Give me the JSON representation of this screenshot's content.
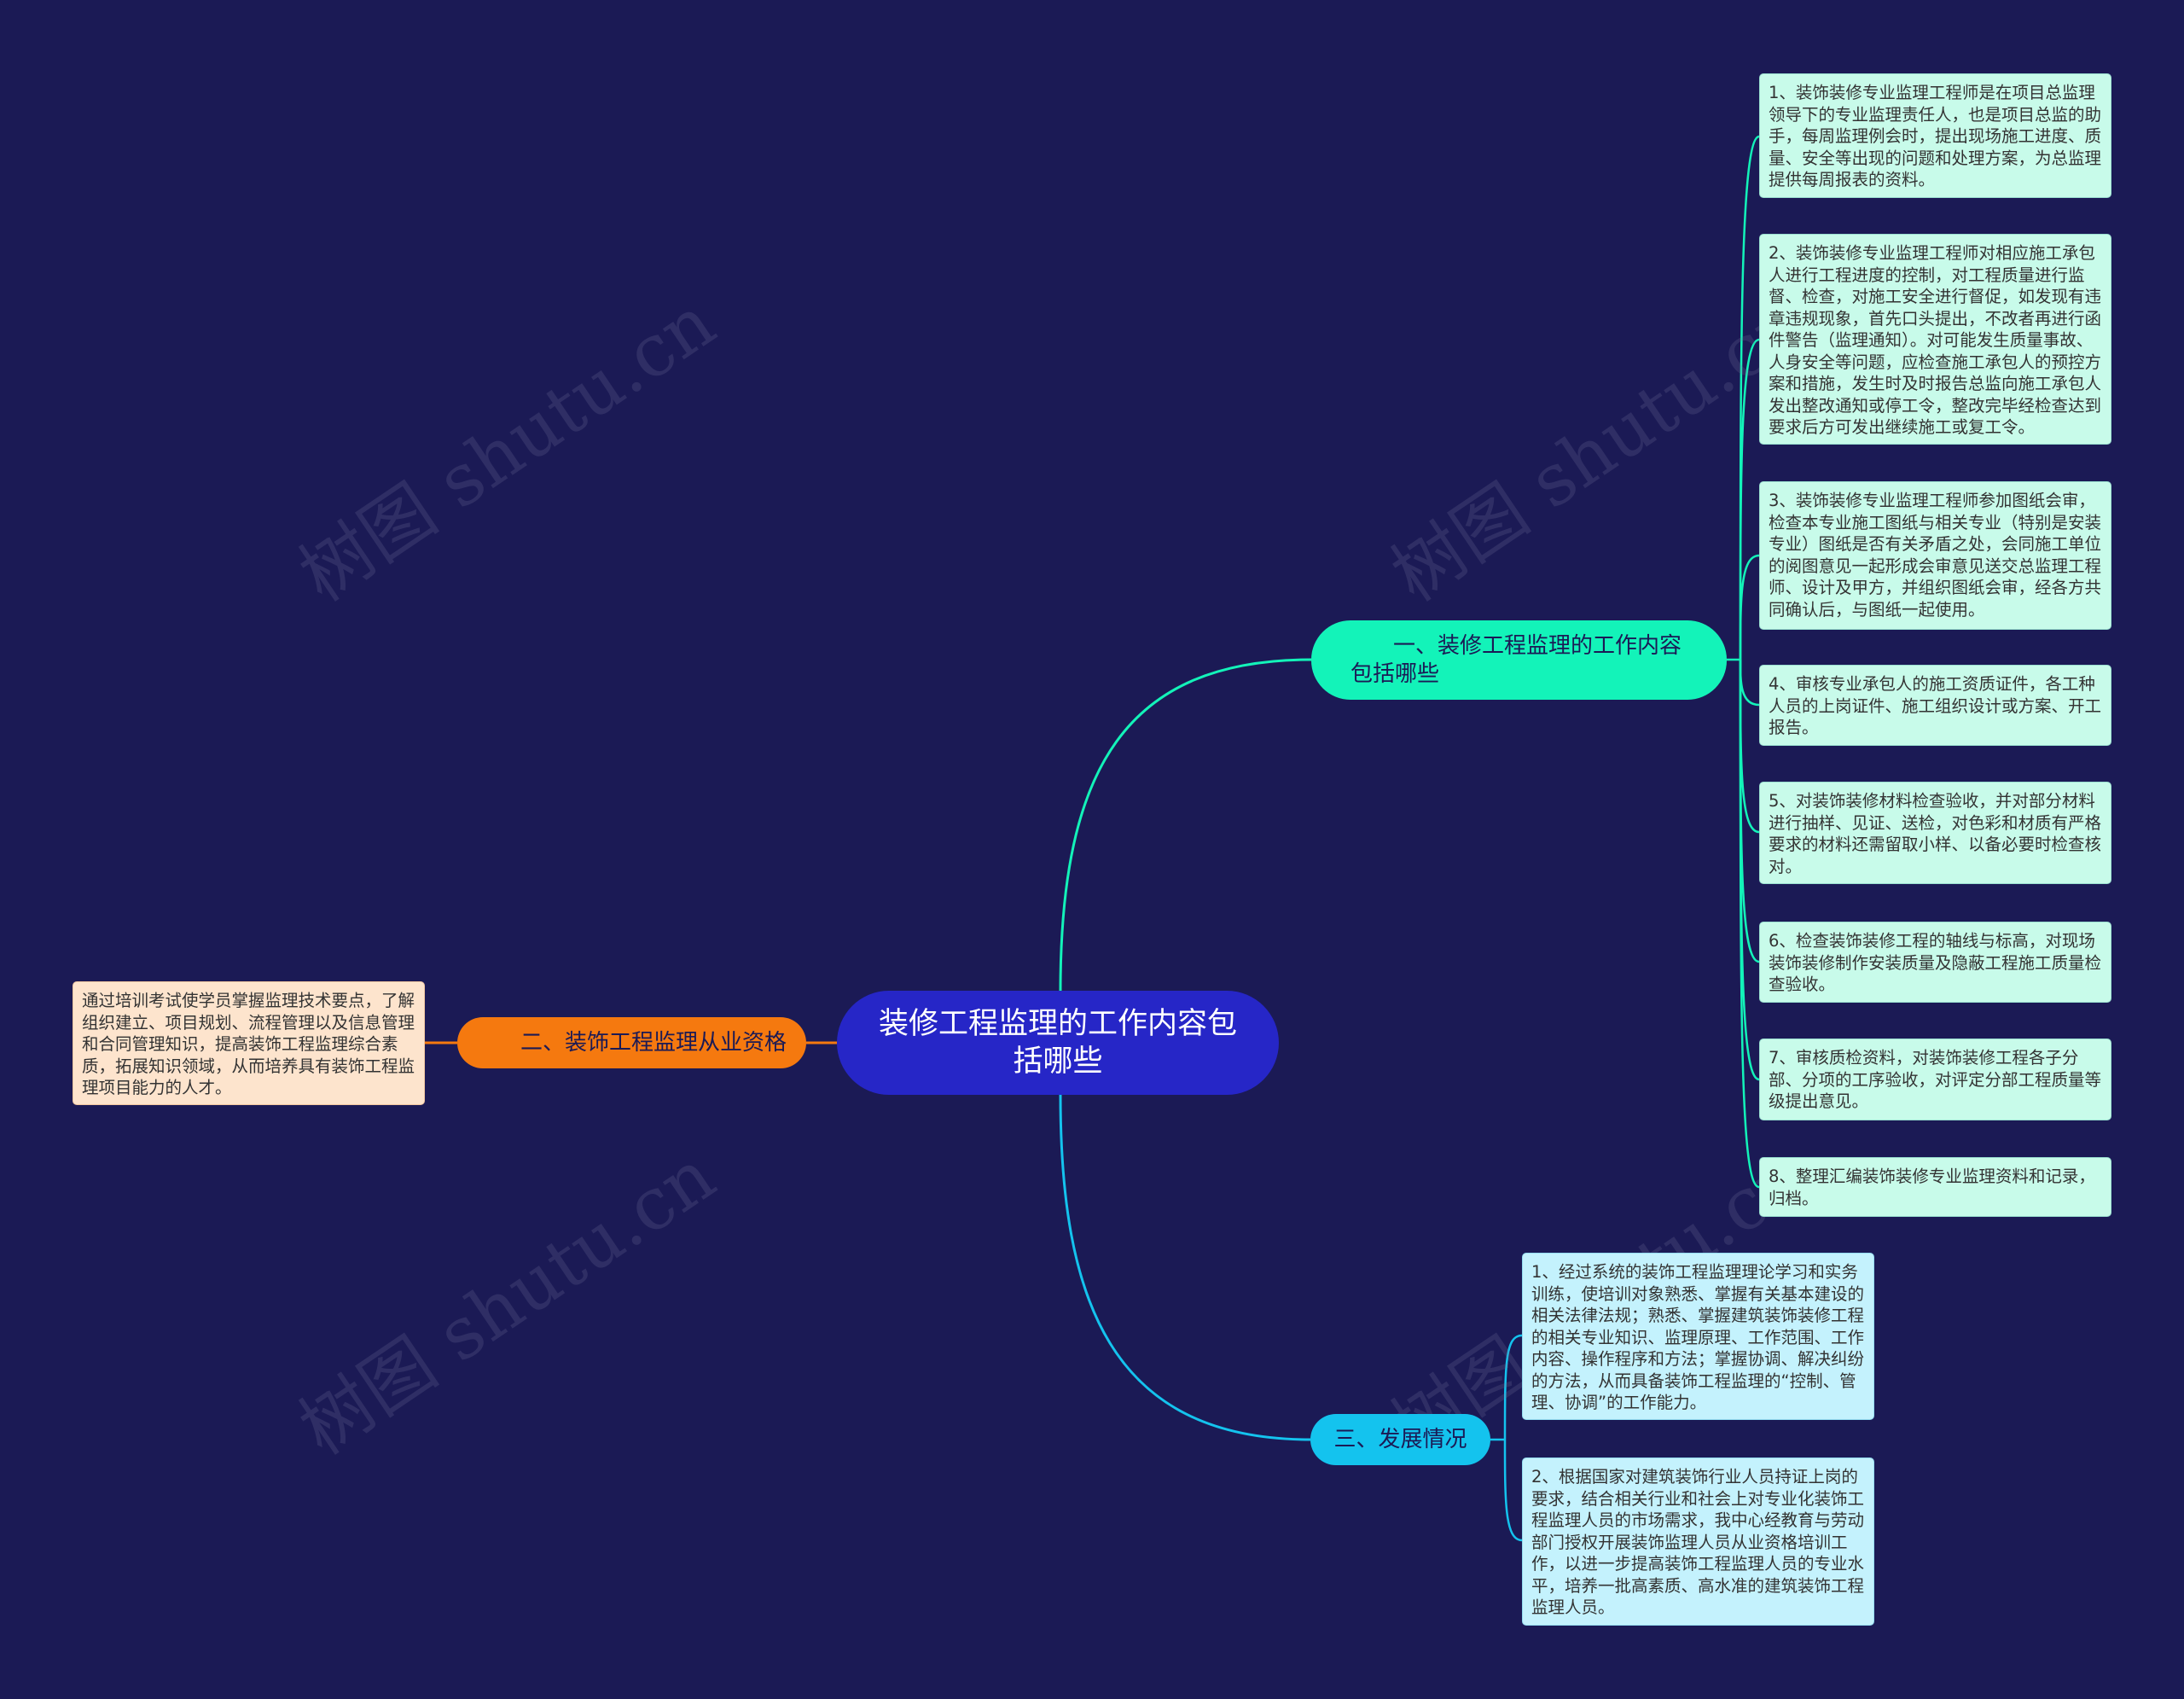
{
  "root": {
    "label": "装修工程监理的工作内容包括哪些"
  },
  "branch1": {
    "label": "一、装修工程监理的工作内容包括哪些",
    "color": "#13f3b9",
    "items": [
      "1、装饰装修专业监理工程师是在项目总监理领导下的专业监理责任人，也是项目总监的助手，每周监理例会时，提出现场施工进度、质量、安全等出现的问题和处理方案，为总监理提供每周报表的资料。",
      "2、装饰装修专业监理工程师对相应施工承包人进行工程进度的控制，对工程质量进行监督、检查，对施工安全进行督促，如发现有违章违规现象，首先口头提出，不改者再进行函件警告（监理通知）。对可能发生质量事故、人身安全等问题，应检查施工承包人的预控方案和措施，发生时及时报告总监向施工承包人发出整改通知或停工令，整改完毕经检查达到要求后方可发出继续施工或复工令。",
      "3、装饰装修专业监理工程师参加图纸会审，检查本专业施工图纸与相关专业（特别是安装专业）图纸是否有关矛盾之处，会同施工单位的阅图意见一起形成会审意见送交总监理工程师、设计及甲方，并组织图纸会审，经各方共同确认后，与图纸一起使用。",
      "4、审核专业承包人的施工资质证件，各工种人员的上岗证件、施工组织设计或方案、开工报告。",
      "5、对装饰装修材料检查验收，并对部分材料进行抽样、见证、送检，对色彩和材质有严格要求的材料还需留取小样、以备必要时检查核对。",
      "6、检查装饰装修工程的轴线与标高，对现场装饰装修制作安装质量及隐蔽工程施工质量检查验收。",
      "7、审核质检资料，对装饰装修工程各子分部、分项的工序验收，对评定分部工程质量等级提出意见。",
      "8、整理汇编装饰装修专业监理资料和记录，归档。"
    ]
  },
  "branch2": {
    "label": "二、装饰工程监理从业资格",
    "color": "#f5790f",
    "items": [
      "通过培训考试使学员掌握监理技术要点，了解组织建立、项目规划、流程管理以及信息管理和合同管理知识，提高装饰工程监理综合素质，拓展知识领域，从而培养具有装饰工程监理项目能力的人才。"
    ]
  },
  "branch3": {
    "label": "三、发展情况",
    "color": "#14c3ee",
    "items": [
      "1、经过系统的装饰工程监理理论学习和实务训练，使培训对象熟悉、掌握有关基本建设的相关法律法规；熟悉、掌握建筑装饰装修工程的相关专业知识、监理原理、工作范围、工作内容、操作程序和方法；掌握协调、解决纠纷的方法，从而具备装饰工程监理的“控制、管理、协调”的工作能力。",
      "2、根据国家对建筑装饰行业人员持证上岗的要求，结合相关行业和社会上对专业化装饰工程监理人员的市场需求，我中心经教育与劳动部门授权开展装饰监理人员从业资格培训工作，以进一步提高装饰工程监理人员的专业水平，培养一批高素质、高水准的建筑装饰工程监理人员。"
    ]
  },
  "watermark": "树图 shutu.cn"
}
